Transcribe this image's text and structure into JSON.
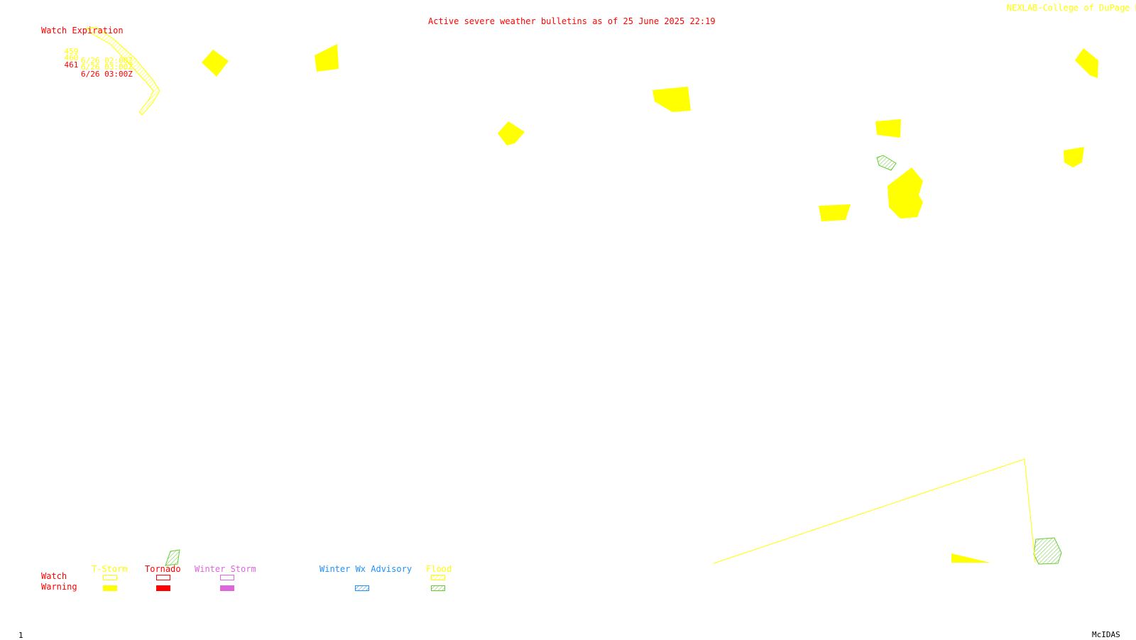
{
  "header": {
    "title": "Active severe weather bulletins as of 25 June 2025 22:19",
    "credit": "NEXLAB-College of DuPage R"
  },
  "watch_expiration": {
    "heading": "Watch Expiration",
    "rows": [
      {
        "id": "459",
        "time": "6/26 02:00Z",
        "color": "#ffff00"
      },
      {
        "id": "460",
        "time": "6/26 03:00Z",
        "color": "#ffff00"
      },
      {
        "id": "461",
        "time": "6/26 03:00Z",
        "color": "#ff0000"
      }
    ]
  },
  "legend": {
    "row_labels": {
      "watch": "Watch",
      "warning": "Warning"
    },
    "columns": [
      {
        "label": "T-Storm",
        "color": "#ffff00"
      },
      {
        "label": "Tornado",
        "color": "#ff0000"
      },
      {
        "label": "Winter Storm",
        "color": "#dd66dd"
      },
      {
        "label": "Winter Wx Advisory",
        "color": "#1e90ff"
      },
      {
        "label": "Flood",
        "color": "#66cc33"
      }
    ]
  },
  "footer": {
    "frame_number": "1",
    "software": "McIDAS"
  },
  "colors": {
    "tstorm": "#ffff00",
    "tornado": "#ff0000",
    "winter": "#dd66dd",
    "advisory": "#1e90ff",
    "flood": "#66cc33",
    "text_red": "#ff0000"
  }
}
